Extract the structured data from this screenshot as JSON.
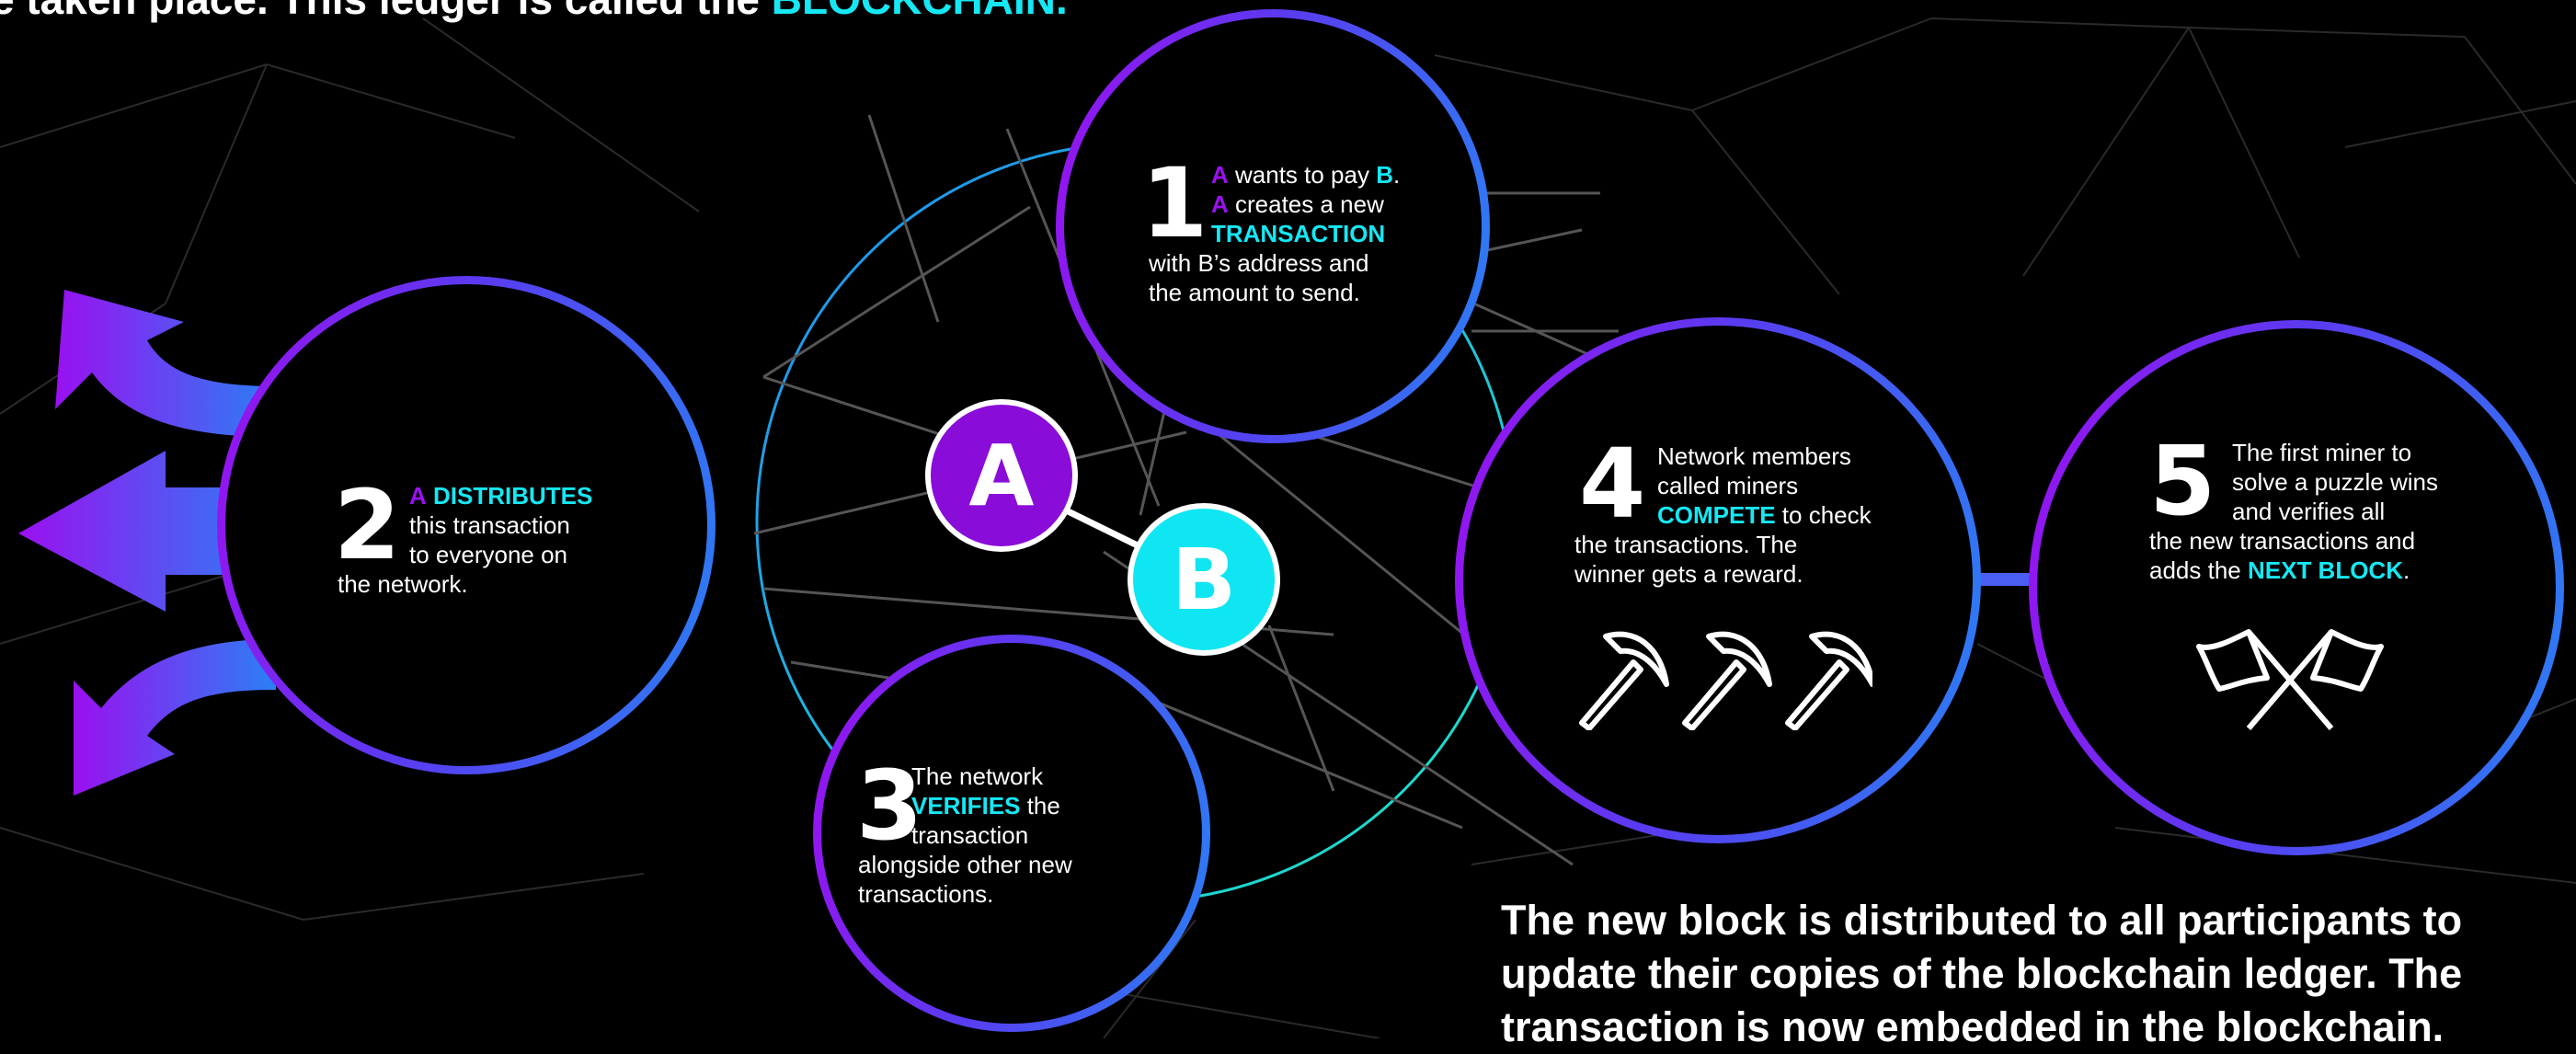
{
  "intro": {
    "pre": "e taken place. This ledger is called the ",
    "highlight": "BLOCKCHAIN."
  },
  "nodes": {
    "a": "A",
    "b": "B"
  },
  "steps": {
    "s1": {
      "number": "1",
      "l1_a": "A",
      "l1_rest": " wants to pay ",
      "l1_b": "B",
      "l1_end": ".",
      "l2_a": "A",
      "l2_rest": " creates a new",
      "l3": "TRANSACTION",
      "l4": "with B’s address and",
      "l5": "the amount to send."
    },
    "s2": {
      "number": "2",
      "l1_a": "A",
      "l1_rest": "DISTRIBUTES",
      "l2": "this transaction",
      "l3": "to everyone on",
      "l4": "the network."
    },
    "s3": {
      "number": "3",
      "l1": "The network",
      "l2_hl": "VERIFIES",
      "l2_rest": " the",
      "l3": "transaction",
      "l4": "alongside other new",
      "l5": "transactions."
    },
    "s4": {
      "number": "4",
      "l1": "Network members",
      "l2": "called miners",
      "l3_hl": "COMPETE",
      "l3_rest": " to check",
      "l4": "the transactions. The",
      "l5": "winner gets a reward."
    },
    "s5": {
      "number": "5",
      "l1": "The first miner to",
      "l2": "solve a puzzle wins",
      "l3": "and verifies all",
      "l4": "the new transactions and",
      "l5_pre": "adds the ",
      "l5_hl": "NEXT BLOCK",
      "l5_end": "."
    }
  },
  "icons": {
    "step4": "pickaxe-icon",
    "step5": "crossed-flags-icon",
    "step2": "curved-arrow-icon"
  },
  "outro": "The new block is distributed to all participants to update their copies of the blockchain ledger. The transaction is now embedded in the blockchain.",
  "colors": {
    "purple": "#9a10f0",
    "cyan": "#15e8f4",
    "blue": "#2a80f4"
  }
}
